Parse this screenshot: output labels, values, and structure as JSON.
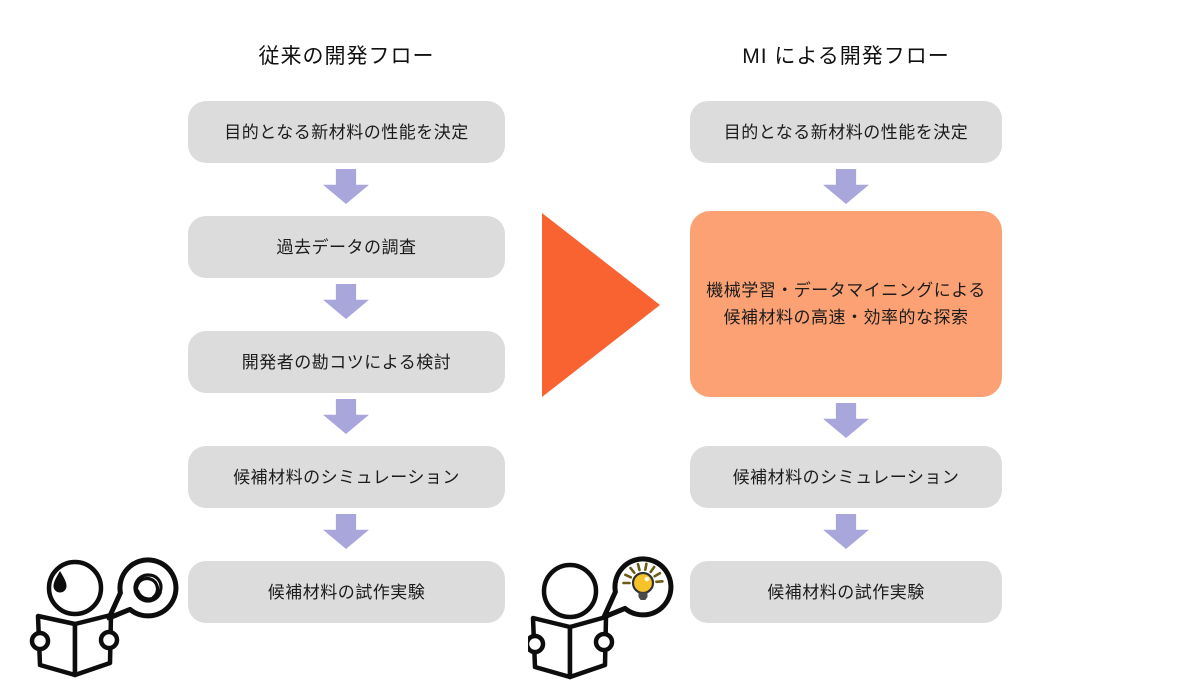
{
  "colors": {
    "box_bg": "#dcdcdc",
    "box_text": "#1c1c1c",
    "highlight_bg": "#fba173",
    "arrow_purple": "#a9a6dc",
    "big_arrow_orange": "#f96331",
    "icon_outline": "#0d0d0d",
    "bulb_yellow": "#f6c32a",
    "bulb_ray": "#6b5c15",
    "page_bg": "#ffffff"
  },
  "left_flow": {
    "title": "従来の開発フロー",
    "steps": [
      "目的となる新材料の性能を決定",
      "過去データの調査",
      "開発者の勘コツによる検討",
      "候補材料のシミュレーション",
      "候補材料の試作実験"
    ],
    "mascot": "reader-with-sweat-drop-and-confusion-scribble-bubble"
  },
  "right_flow": {
    "title": "MI による開発フロー",
    "step1": "目的となる新材料の性能を決定",
    "highlight_step": {
      "line1": "機械学習・データマイニングによる",
      "line2": "候補材料の高速・効率的な探索"
    },
    "step3": "候補材料のシミュレーション",
    "step4": "候補材料の試作実験",
    "mascot": "reader-with-lightbulb-idea-bubble"
  },
  "middle": {
    "big_arrow": "right-pointing-transformation-arrow"
  }
}
